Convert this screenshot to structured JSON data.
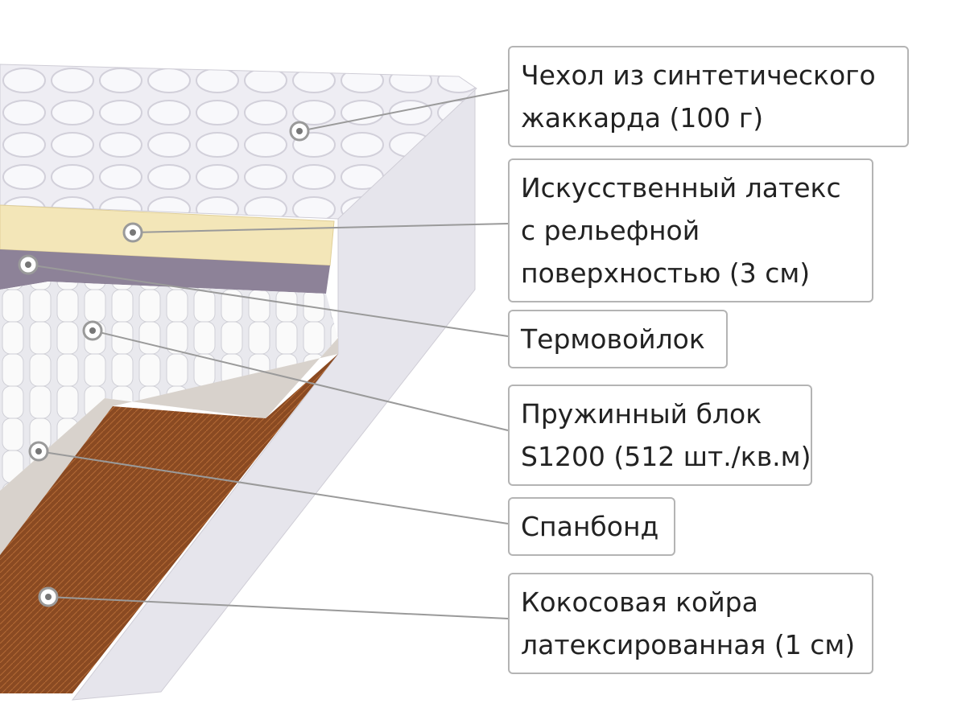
{
  "layers": [
    {
      "lines": [
        "Чехол из синтетического",
        "жаккарда (100 г)"
      ]
    },
    {
      "lines": [
        "Искусственный латекс",
        "с рельефной",
        "поверхностью (3 см)"
      ]
    },
    {
      "lines": [
        "Термовойлок"
      ]
    },
    {
      "lines": [
        "Пружинный блок",
        "S1200 (512 шт./кв.м)"
      ]
    },
    {
      "lines": [
        "Спанбонд"
      ]
    },
    {
      "lines": [
        "Кокосовая койра",
        "латексированная (1 см)"
      ]
    }
  ],
  "colors": {
    "cover": "#eeedf3",
    "latex": "#f3e6b8",
    "felt": "#8d8298",
    "springs": "#f2f2f4",
    "spunbond": "#d8d2cc",
    "coir": "#8a4a22",
    "border": "#b4b4b4"
  }
}
